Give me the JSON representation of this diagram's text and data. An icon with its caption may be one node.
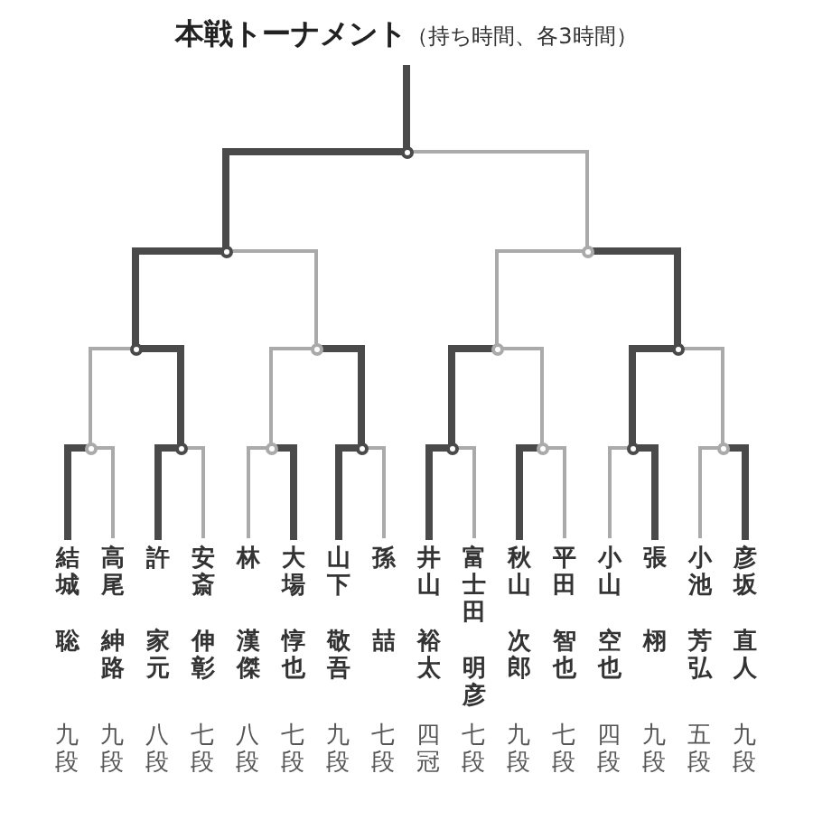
{
  "diagram": {
    "title": "**本戦トーナメント**（持ち時間、各3時間）",
    "nodes": [
      {
        "text": [
          "結城",
          "聡",
          "九段"
        ]
      },
      {
        "text": [
          "高尾",
          "紳路",
          "九段"
        ]
      },
      {
        "text": [
          "許",
          "家元",
          "八段"
        ]
      },
      {
        "text": [
          "安斎",
          "伸彰",
          "七段"
        ]
      },
      {
        "text": [
          "林",
          "漢傑",
          "八段"
        ]
      },
      {
        "text": [
          "大場",
          "惇也",
          "七段"
        ]
      },
      {
        "text": [
          "山下",
          "敬吾",
          "九段"
        ]
      },
      {
        "text": [
          "孫",
          "喆",
          "七段"
        ]
      },
      {
        "text": [
          "井山",
          "裕太",
          "四冠"
        ]
      },
      {
        "text": [
          "富士田",
          "明彦",
          "七段"
        ]
      },
      {
        "text": [
          "秋山",
          "次郎",
          "九段"
        ]
      },
      {
        "text": [
          "平田",
          "智也",
          "七段"
        ]
      },
      {
        "text": [
          "小山",
          "空也",
          "四段"
        ]
      },
      {
        "text": [
          "張",
          "栩",
          "九段"
        ]
      },
      {
        "text": [
          "小池",
          "芳弘",
          "五段"
        ]
      },
      {
        "text": [
          "彦坂",
          "直人",
          "九段"
        ]
      },
      {
        "text": [],
        "shape": "point"
      },
      {
        "text": [],
        "shape": "point"
      },
      {
        "text": [],
        "shape": "point"
      },
      {
        "text": [],
        "shape": "point"
      },
      {
        "text": [],
        "shape": "point"
      },
      {
        "text": [],
        "shape": "point"
      },
      {
        "text": [],
        "shape": "point"
      },
      {
        "text": [],
        "shape": "point"
      },
      {
        "text": [],
        "shape": "point"
      },
      {
        "text": [],
        "shape": "point"
      },
      {
        "text": [],
        "shape": "point"
      },
      {
        "text": [],
        "shape": "point"
      },
      {
        "text": [],
        "shape": "point"
      },
      {
        "text": [],
        "shape": "point"
      },
      {
        "text": [],
        "shape": "point"
      }
    ],
    "edges": [
      {
        "from": 0,
        "to": 23,
        "arrow": "none"
      },
      {
        "from": 1,
        "to": 23,
        "arrow": "none",
        "color": "#aaaaaa"
      },
      {
        "from": 2,
        "to": 24,
        "arrow": "none"
      },
      {
        "from": 3,
        "to": 24,
        "arrow": "none",
        "color": "#aaaaaa"
      },
      {
        "from": 4,
        "to": 25,
        "arrow": "none",
        "color": "#aaaaaa"
      },
      {
        "from": 5,
        "to": 25,
        "arrow": "none"
      },
      {
        "from": 6,
        "to": 26,
        "arrow": "none"
      },
      {
        "from": 7,
        "to": 26,
        "arrow": "none",
        "color": "#aaaaaa"
      },
      {
        "from": 8,
        "to": 27,
        "arrow": "none"
      },
      {
        "from": 9,
        "to": 27,
        "arrow": "none",
        "color": "#aaaaaa"
      },
      {
        "from": 10,
        "to": 28,
        "arrow": "none"
      },
      {
        "from": 11,
        "to": 28,
        "arrow": "none",
        "color": "#aaaaaa"
      },
      {
        "from": 12,
        "to": 29,
        "arrow": "none",
        "color": "#aaaaaa"
      },
      {
        "from": 13,
        "to": 29,
        "arrow": "none"
      },
      {
        "from": 14,
        "to": 30,
        "arrow": "none",
        "color": "#aaaaaa"
      },
      {
        "from": 15,
        "to": 30,
        "arrow": "none"
      },
      {
        "from": 23,
        "to": 19,
        "arrow": "none",
        "color": "#aaaaaa"
      },
      {
        "from": 24,
        "to": 19,
        "arrow": "none"
      },
      {
        "from": 25,
        "to": 20,
        "arrow": "none",
        "color": "#aaaaaa"
      },
      {
        "from": 26,
        "to": 20,
        "arrow": "none"
      },
      {
        "from": 27,
        "to": 21,
        "arrow": "none"
      },
      {
        "from": 28,
        "to": 21,
        "arrow": "none",
        "color": "#aaaaaa"
      },
      {
        "from": 29,
        "to": 22,
        "arrow": "none"
      },
      {
        "from": 30,
        "to": 22,
        "arrow": "none",
        "color": "#aaaaaa"
      },
      {
        "from": 19,
        "to": 17,
        "arrow": "none"
      },
      {
        "from": 20,
        "to": 17,
        "arrow": "none",
        "color": "#aaaaaa"
      },
      {
        "from": 21,
        "to": 18,
        "arrow": "none",
        "color": "#aaaaaa"
      },
      {
        "from": 22,
        "to": 18,
        "arrow": "none"
      },
      {
        "from": 17,
        "to": 16,
        "arrow": "none"
      },
      {
        "from": 18,
        "to": 16,
        "arrow": "none",
        "color": "#aaaaaa"
      },
      {
        "from": 16,
        "to": null,
        "arrow": "none"
      }
    ]
  }
}
